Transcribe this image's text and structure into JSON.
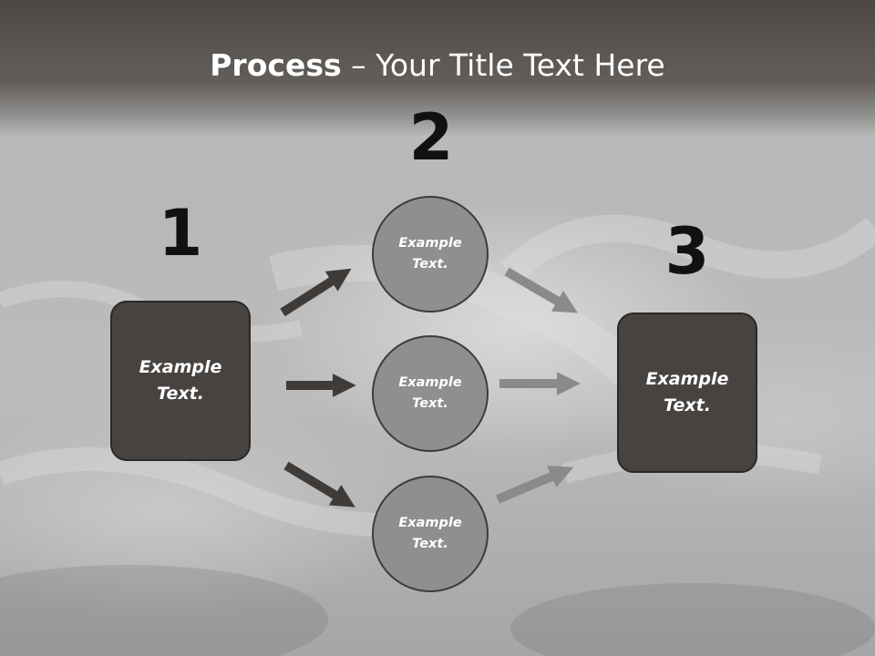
{
  "title": {
    "bold": "Process",
    "rest": " – Your Title Text Here"
  },
  "steps": [
    {
      "number": "1",
      "label": "Example\nText."
    },
    {
      "number": "2",
      "labels": [
        "Example\nText.",
        "Example\nText.",
        "Example\nText."
      ]
    },
    {
      "number": "3",
      "label": "Example\nText."
    }
  ],
  "colors": {
    "title_band": "#4c4845",
    "box_fill": "#474341",
    "circle_fill": "#8f8f8f",
    "arrow_dark": "#3f3b39",
    "arrow_light": "#8a8a8a",
    "number_text": "#111111"
  }
}
